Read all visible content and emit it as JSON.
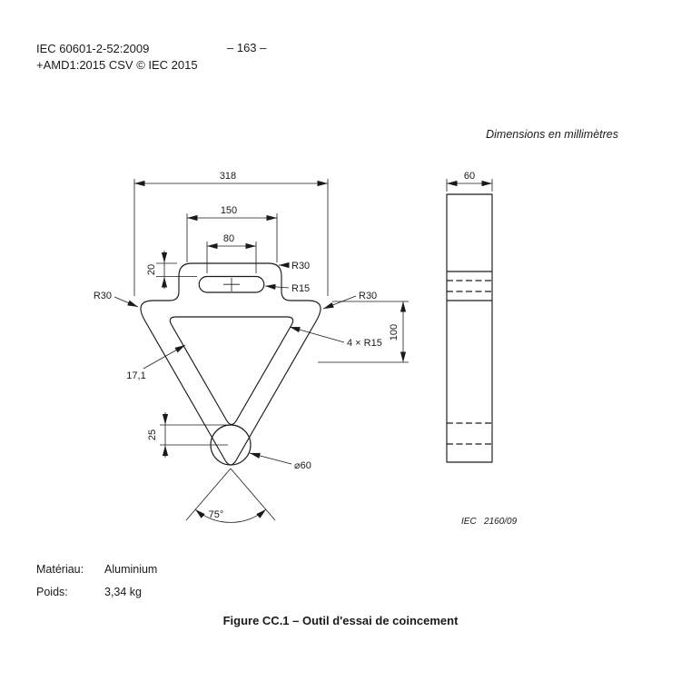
{
  "header": {
    "doc_ref_line1": "IEC 60601-2-52:2009",
    "doc_ref_line2": "+AMD1:2015 CSV © IEC 2015",
    "page_number": "– 163 –"
  },
  "drawing": {
    "units_note": "Dimensions en millimètres",
    "plate_number": "IEC   2160/09",
    "dims": {
      "overall_width": "318",
      "handle_outer": "150",
      "handle_inner": "80",
      "slot_offset": "20",
      "radius_tab": "R30",
      "radius_slot": "R15",
      "radius_left": "R30",
      "radius_right": "R30",
      "inner_fillets": "4 × R15",
      "height": "100",
      "wall_thickness": "17,1",
      "tip_offset": "25",
      "hole_diameter": "⌀60",
      "wedge_angle": "75°",
      "thickness": "60"
    }
  },
  "specs": {
    "material_label": "Matériau:",
    "material_value": "Aluminium",
    "weight_label": "Poids:",
    "weight_value": "3,34 kg"
  },
  "caption": "Figure CC.1 – Outil d'essai de coincement"
}
